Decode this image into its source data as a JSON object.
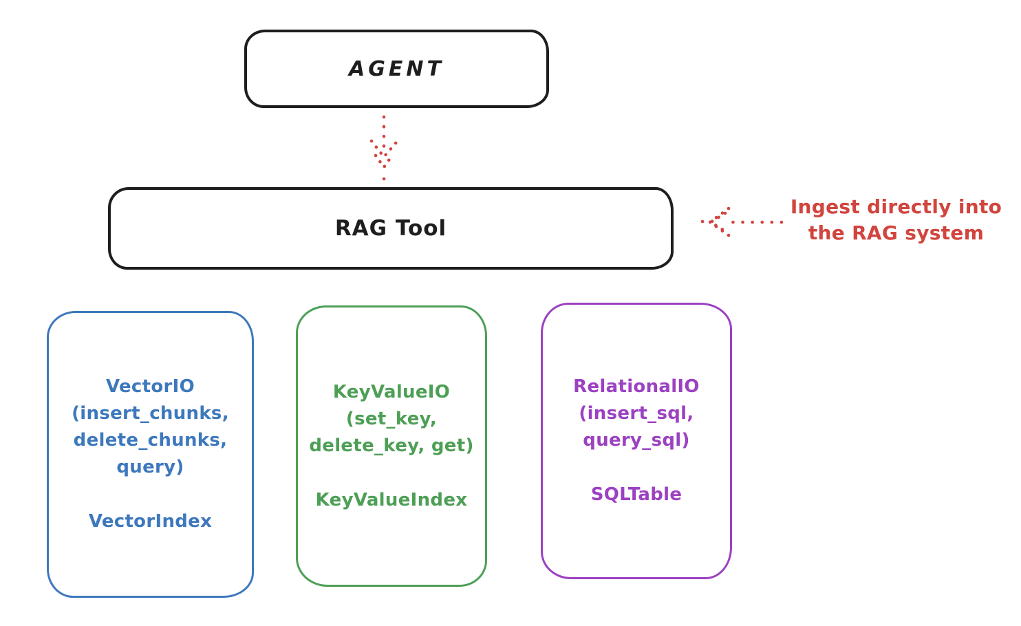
{
  "diagram": {
    "agent": {
      "label": "AGENT"
    },
    "rag_tool": {
      "label": "RAG Tool"
    },
    "annotation": {
      "lines": [
        "Ingest directly into",
        "the RAG system"
      ]
    },
    "stores": {
      "vector": {
        "lines": [
          "VectorIO",
          "(insert_chunks,",
          "delete_chunks,",
          "query)"
        ],
        "index": "VectorIndex"
      },
      "keyvalue": {
        "lines": [
          "KeyValueIO",
          "(set_key,",
          "delete_key, get)"
        ],
        "index": "KeyValueIndex"
      },
      "relational": {
        "lines": [
          "RelationalIO",
          "(insert_sql,",
          "query_sql)"
        ],
        "index": "SQLTable"
      }
    },
    "colors": {
      "ink": "#1e1e1e",
      "red": "#d1453f",
      "blue": "#3d78bd",
      "green": "#4d9f55",
      "purple": "#9c41c2"
    }
  }
}
